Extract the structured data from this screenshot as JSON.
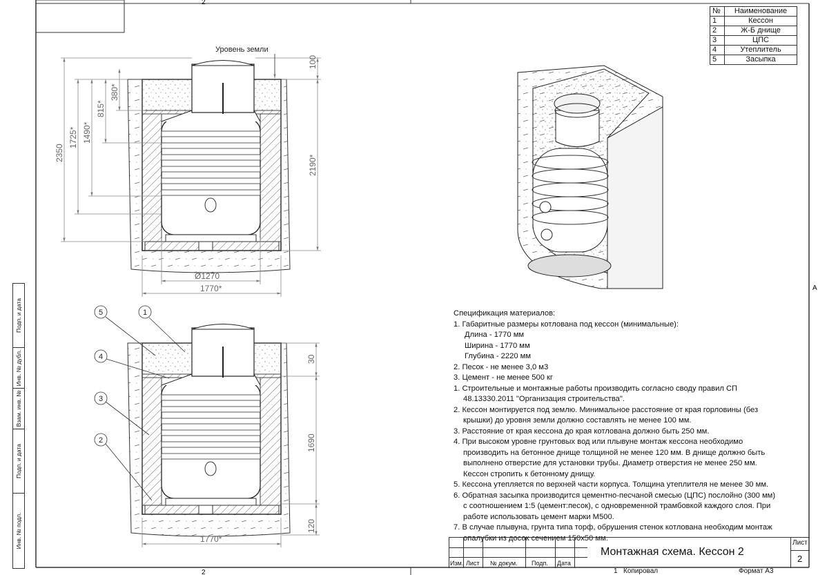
{
  "frame": {
    "zone_top_left": "2",
    "zone_bottom": "2",
    "zone_right": "A"
  },
  "parts_table": {
    "header": {
      "num": "№",
      "name": "Наименование"
    },
    "rows": [
      {
        "num": "1",
        "name": "Кессон"
      },
      {
        "num": "2",
        "name": "Ж-Б днище"
      },
      {
        "num": "3",
        "name": "ЦПС"
      },
      {
        "num": "4",
        "name": "Утеплитель"
      },
      {
        "num": "5",
        "name": "Засыпка"
      }
    ]
  },
  "drawing_top": {
    "ground_label": "Уровень земли",
    "dims": {
      "d2350": "2350",
      "d1725": "1725*",
      "d1490": "1490*",
      "d815": "815*",
      "d380": "380*",
      "d100": "100",
      "d2190": "2190*",
      "d1270": "Ø1270",
      "d1770": "1770*"
    }
  },
  "drawing_bottom": {
    "callouts": [
      "1",
      "2",
      "3",
      "4",
      "5"
    ],
    "dims": {
      "d30": "30",
      "d1690": "1690",
      "d120": "120",
      "d1770": "1770*"
    }
  },
  "spec": {
    "title": "Спецификация материалов:",
    "item1": "1. Габаритные размеры котлована под кессон (минимальные):",
    "len": "Длина - 1770 мм",
    "wid": "Ширина - 1770 мм",
    "dep": "Глубина - 2220 мм",
    "item2": "2. Песок - не менее 3,0 м3",
    "item3": "3. Цемент - не менее 500 кг",
    "notes": [
      [
        "1. Строительные и монтажные работы производить согласно своду правил СП",
        "48.13330.2011 \"Организация строительства\"."
      ],
      [
        "2. Кессон монтируется под землю. Минимальное расстояние от края горловины (без",
        "крышки) до уровня земли должно составлять не менее 100 мм."
      ],
      [
        "3. Расстояние от края кессона до края котлована должно быть 250 мм."
      ],
      [
        "4. При высоком уровне грунтовых вод или плывуне монтаж кессона необходимо",
        "производить на бетонное днище толщиной не менее 120 мм. В днище должно быть",
        "выполнено отверстие для установки трубы. Диаметр отверстия не менее 250 мм.",
        "Кессон стропить к бетонному днищу."
      ],
      [
        "5. Кессона утепляется по верхней части корпуса. Толщина утеплителя не менее 30 мм."
      ],
      [
        "6. Обратная засыпка производится цементно-песчаной смесью (ЦПС) послойно (300 мм)",
        "с соотношением 1:5 (цемент:песок), с одновременной трамбовкой каждого слоя. При",
        "работе использовать цемент марки М500."
      ],
      [
        "7. В случае плывуна, грунта типа торф, обрушения стенок котлована необходим монтаж",
        "опалубки из досок сечением 150х50 мм."
      ]
    ]
  },
  "title_block": {
    "cols": [
      "Изм.",
      "Лист",
      "№ докум.",
      "Подп.",
      "Дата"
    ],
    "title": "Монтажная схема. Кессон 2",
    "sheet_label": "Лист",
    "sheet_no": "2",
    "copied": "Копировал",
    "copied_no": "1",
    "format": "Формат А3"
  },
  "stamps": [
    "Подп. и дата",
    "Инв. № дубл.",
    "Взам. инв. №",
    "Подп. и дата",
    "Инв. № подл."
  ]
}
